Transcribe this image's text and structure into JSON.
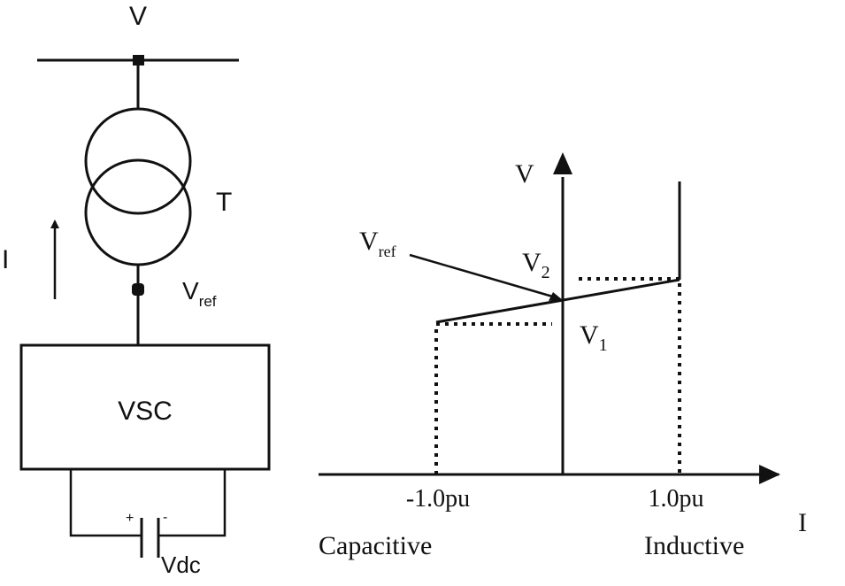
{
  "circuit": {
    "bus_label": "V",
    "transformer_label": "T",
    "current_label": "I",
    "vref_main": "V",
    "vref_sub": "ref",
    "converter_label": "VSC",
    "dc_label": "Vdc",
    "cap_plus": "+",
    "cap_minus": "-"
  },
  "characteristic": {
    "v_axis_label": "V",
    "i_axis_label": "I",
    "vref_main": "V",
    "vref_sub": "ref",
    "v2_main": "V",
    "v2_sub": "2",
    "v1_main": "V",
    "v1_sub": "1",
    "neg_tick_label": "-1.0pu",
    "pos_tick_label": "1.0pu",
    "left_region_label": "Capacitive",
    "right_region_label": "Inductive"
  }
}
